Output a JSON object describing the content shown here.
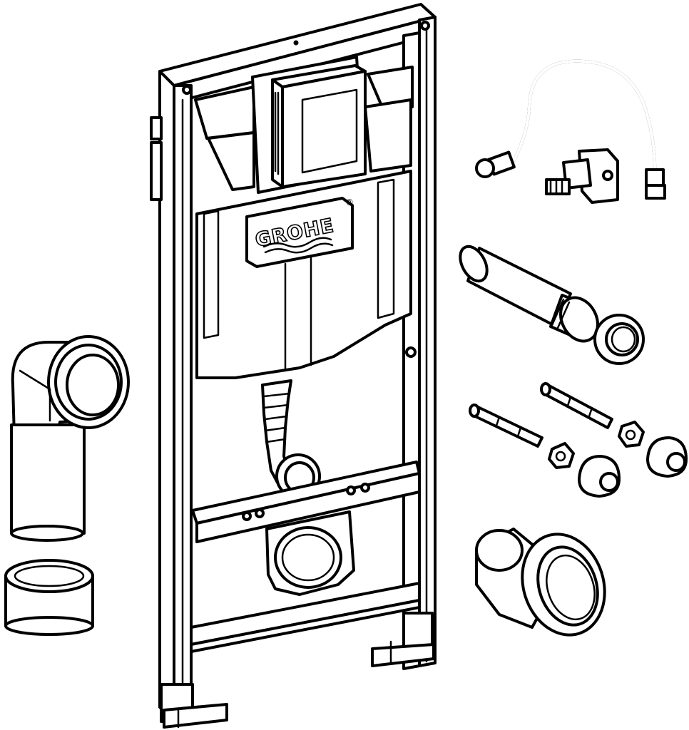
{
  "figure": {
    "brand_logo": "GROHE",
    "registered_mark": "®",
    "parts": [
      "mounting-frame",
      "flush-cistern",
      "flush-pipe",
      "flush-bend",
      "drain-sleeve",
      "supply-hose",
      "angle-valve",
      "connection-pipe",
      "sealing-ring",
      "threaded-rods",
      "nuts",
      "cap-nuts",
      "drain-connector"
    ]
  }
}
